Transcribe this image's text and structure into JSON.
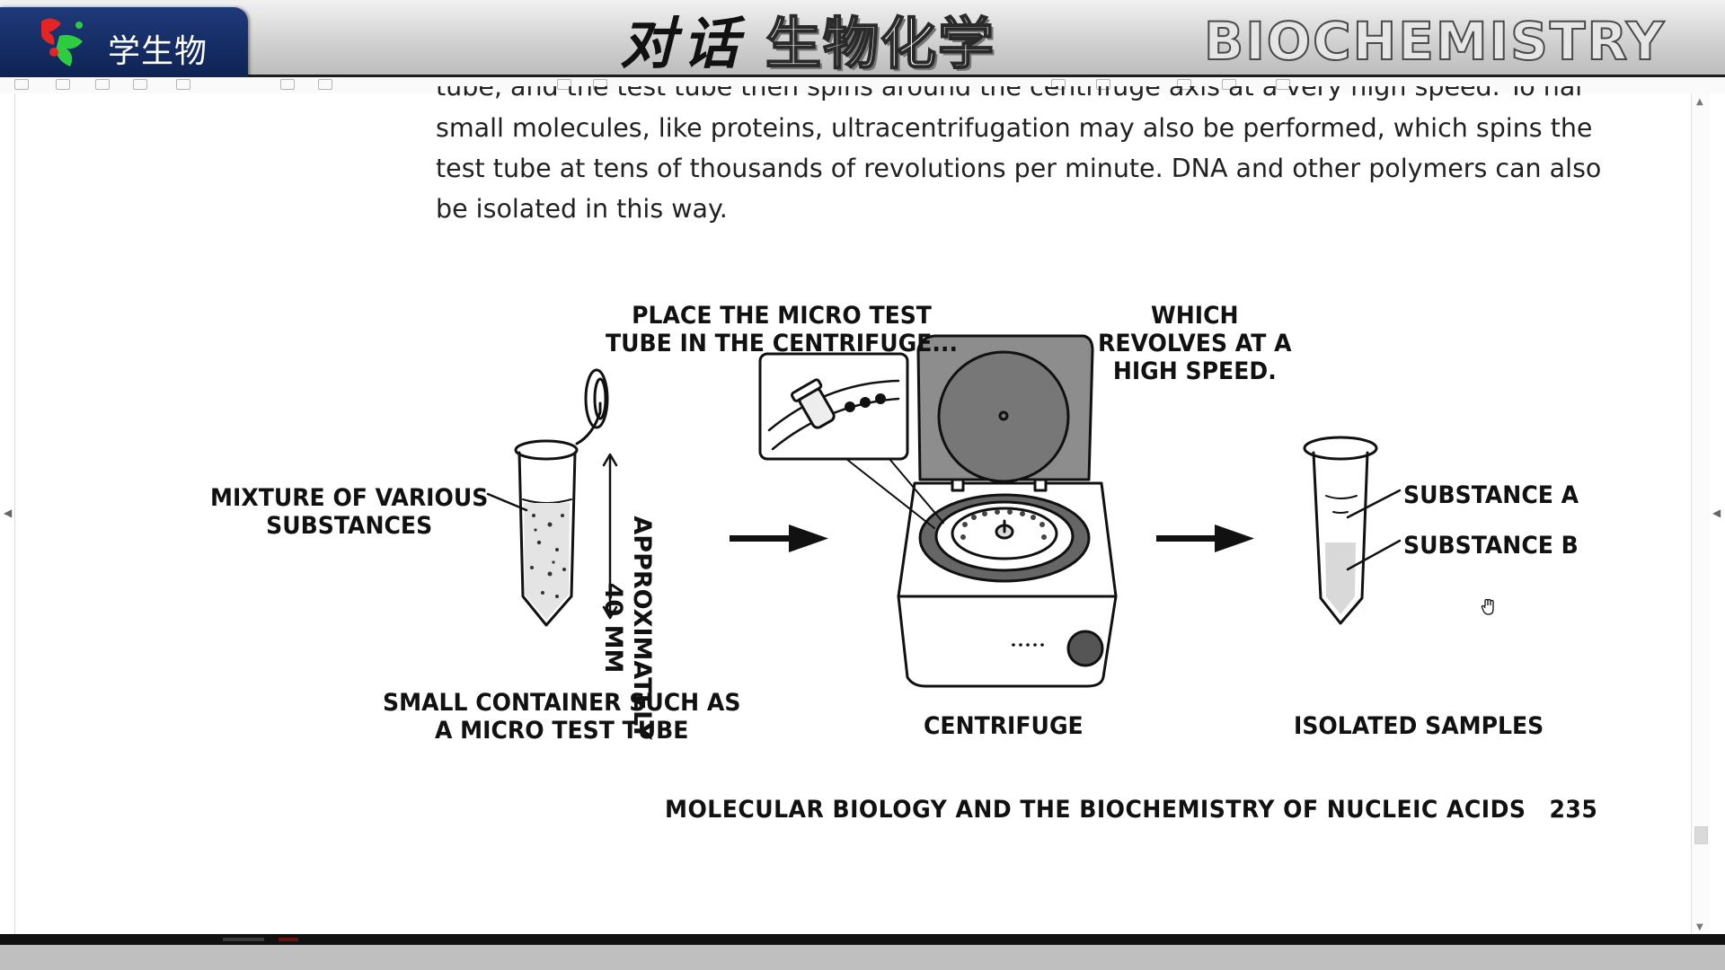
{
  "banner": {
    "channel_name": "学生物",
    "title_part1": "对话",
    "title_part2": "生物化学",
    "title_en": "BIOCHEMISTRY"
  },
  "body_text": {
    "lines": [
      "tube, and the test tube then spins around the centrifuge axis at a very high speed. To handle",
      "small molecules, like proteins, ultracentrifugation may also be performed, which spins the",
      "test tube at tens of thousands of revolutions per minute. DNA and other polymers can also",
      "be isolated in this way."
    ]
  },
  "figure": {
    "caption_place": [
      "PLACE THE MICRO TEST",
      "TUBE IN THE CENTRIFUGE..."
    ],
    "caption_revolves": [
      "WHICH",
      "REVOLVES AT A",
      "HIGH SPEED."
    ],
    "label_mixture": [
      "MIXTURE OF VARIOUS",
      "SUBSTANCES"
    ],
    "label_approx": [
      "APPROXIMATELY",
      "40 MM"
    ],
    "label_container": [
      "SMALL CONTAINER SUCH AS",
      "A MICRO TEST TUBE"
    ],
    "label_centrifuge": "CENTRIFUGE",
    "label_substance_a": "SUBSTANCE A",
    "label_substance_b": "SUBSTANCE B",
    "label_isolated": "ISOLATED SAMPLES"
  },
  "footer": {
    "chapter": "MOLECULAR BIOLOGY AND THE BIOCHEMISTRY OF NUCLEIC ACIDS",
    "page_number": "235"
  },
  "colors": {
    "banner_tab": "#1f3a7a",
    "ink": "#111111",
    "lid_fill": "#8a8a8a"
  }
}
